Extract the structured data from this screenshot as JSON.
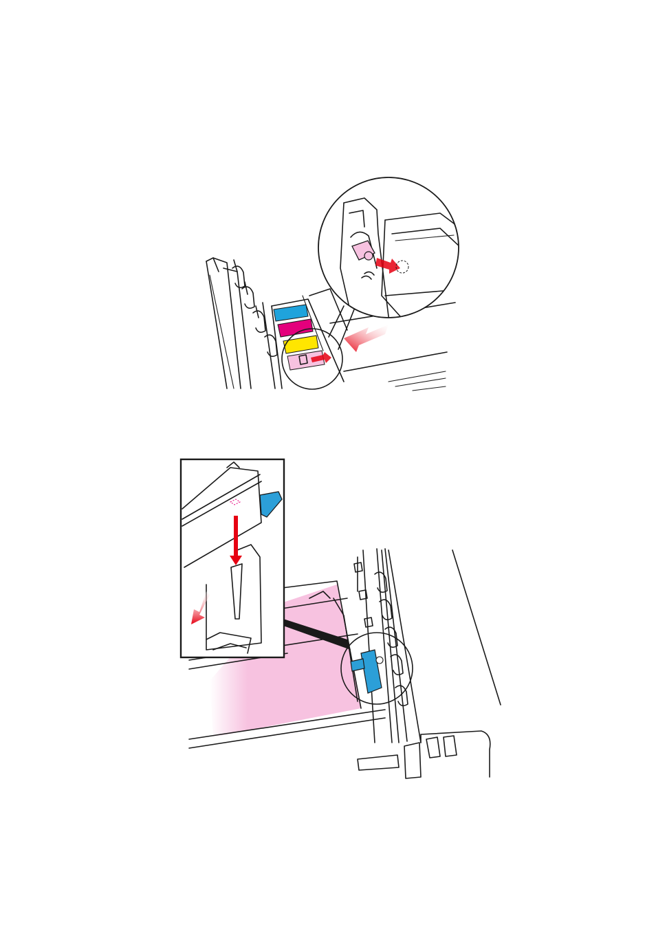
{
  "figures": [
    {
      "id": "step-remove-cartridge-lock",
      "toner_bands": [
        "cyan",
        "magenta",
        "yellow",
        "light-magenta"
      ],
      "arrow_direction": "down-left",
      "inset_shape": "circle"
    },
    {
      "id": "step-insert-toner-cartridge",
      "arrow_direction": "down-left",
      "inset_shape": "rectangle"
    }
  ],
  "colors": {
    "cyan": "#1fa3dc",
    "magenta": "#e4007c",
    "yellow": "#ffe600",
    "light_magenta": "#f7c2e0",
    "arrow_red": "#e60012",
    "cartridge_blue": "#2c9fd8",
    "line": "#1a1a1a"
  }
}
